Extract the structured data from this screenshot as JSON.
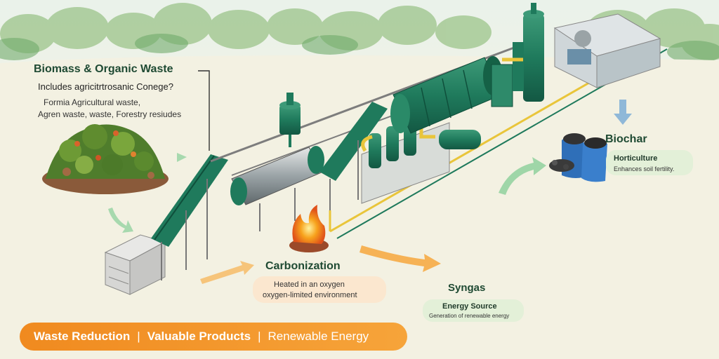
{
  "biomass": {
    "title": "Biomass & Organic Waste",
    "line1": "Includes agricitrtrosanic Conege?",
    "line2": "Formia Agricultural waste,",
    "line3": "Agren waste, waste, Forestry resiudes"
  },
  "carbonization": {
    "title": "Carbonization",
    "line1": "Heated in an oxygen",
    "line2": "oxygen-limited environment"
  },
  "syngas": {
    "title": "Syngas",
    "subtitle": "Energy Source",
    "desc": "Generation of renewable energy"
  },
  "biochar": {
    "title": "Biochar",
    "subtitle": "Horticulture",
    "desc": "Enhances soil fertility."
  },
  "banner": {
    "item1": "Waste Reduction",
    "item2": "Valuable Products",
    "item3": "Renewable Energy",
    "separator": "|"
  },
  "colors": {
    "machine_green": "#1f7a5c",
    "accent_orange": "#f08a1f",
    "title_green": "#1f4a33",
    "pipe_yellow": "#e9c53a"
  }
}
